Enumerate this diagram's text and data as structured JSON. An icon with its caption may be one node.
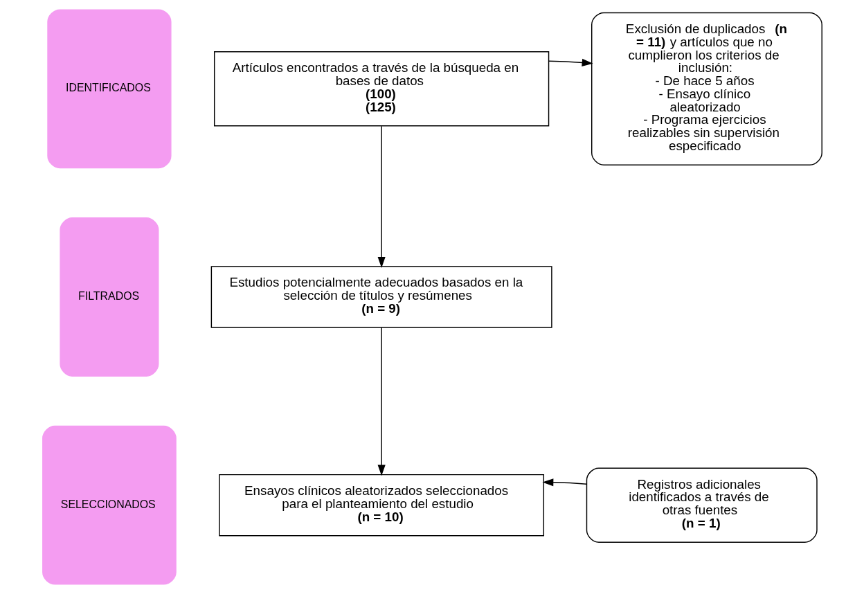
{
  "diagram": {
    "nodes": [
      {
        "text": [
          "IDENTIFICADOS"
        ]
      },
      {
        "text": [
          "FILTRADOS"
        ]
      },
      {
        "text": [
          "SELECCIONADOS"
        ]
      },
      {
        "text": [
          "Artículos encontrados a través de la búsqueda en bases de datos",
          "(100)",
          "(125)"
        ]
      },
      {
        "text": [
          "Exclusión de duplicados **(n = 11)** y artículos que no cumplieron los criterios de inclusión:",
          "- De hace 5 años",
          "- Ensayo clínico aleatorizado",
          "- Programa ejercicios realizables sin supervisión especificado"
        ]
      },
      {
        "text": [
          "Estudios potencialmente adecuados basados en la selección de títulos y resúmenes",
          "(n = 9)"
        ]
      },
      {
        "text": [
          "Registros adicionales identificados a través de otras fuentes",
          "(n = 1)"
        ]
      },
      {
        "text": [
          "Ensayos clínicos aleatorizados seleccionados para el planteamiento del estudio",
          "(n = 10)"
        ]
      }
    ],
    "edges": [
      {
        "from": 3,
        "to": 5,
        "arrow": "to"
      },
      {
        "from": 3,
        "to": 4,
        "arrow": "to"
      },
      {
        "from": 5,
        "to": 7,
        "arrow": "to"
      },
      {
        "from": 6,
        "to": 7,
        "arrow": "to"
      }
    ]
  }
}
